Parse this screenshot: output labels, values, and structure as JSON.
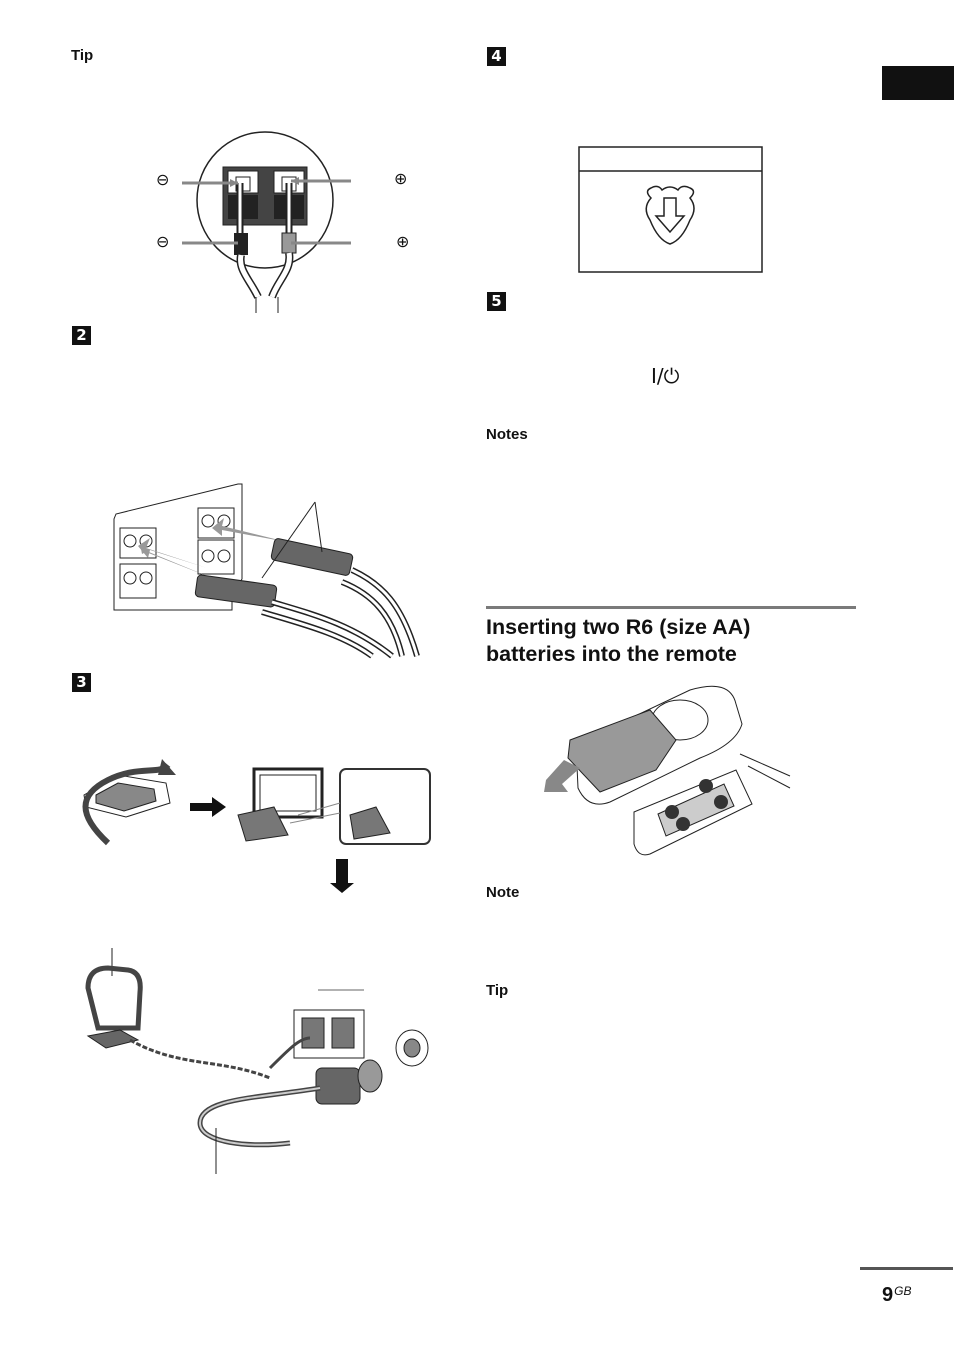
{
  "left_column": {
    "tip_label": "Tip",
    "step2": "2",
    "step3": "3"
  },
  "right_column": {
    "step4": "4",
    "step5": "5",
    "power_symbol": "I/⏻",
    "notes_label": "Notes",
    "section_heading_line1": "Inserting two R6 (size AA)",
    "section_heading_line2": "batteries into the remote",
    "note_label": "Note",
    "tip_label": "Tip"
  },
  "speaker_terminal": {
    "minus": "⊖",
    "plus": "⊕"
  },
  "footer": {
    "page_number": "9",
    "page_suffix": "GB"
  },
  "colors": {
    "text": "#111111",
    "tab": "#111111",
    "rule": "#7a7a7a"
  }
}
